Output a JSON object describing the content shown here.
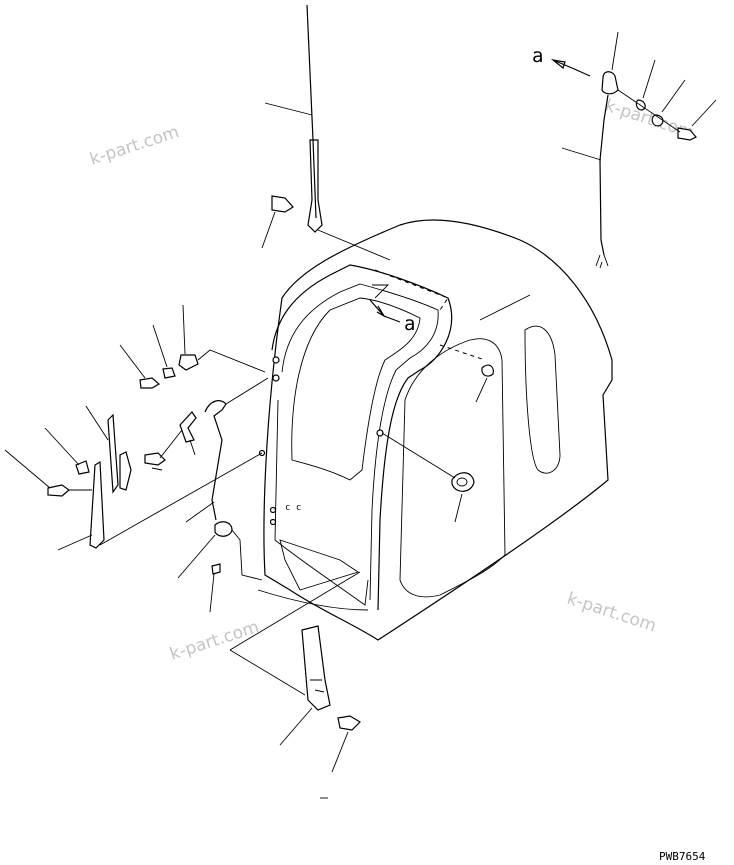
{
  "diagram": {
    "drawing_code": "PWB7654",
    "view_marker": "a",
    "view_marker_callout": "a",
    "watermarks": [
      "k-part.com",
      "k-part.com",
      "k-part.com",
      "k-part.com"
    ],
    "colors": {
      "line": "#000000",
      "watermark": "#c4c4c4",
      "background": "#ffffff"
    }
  }
}
